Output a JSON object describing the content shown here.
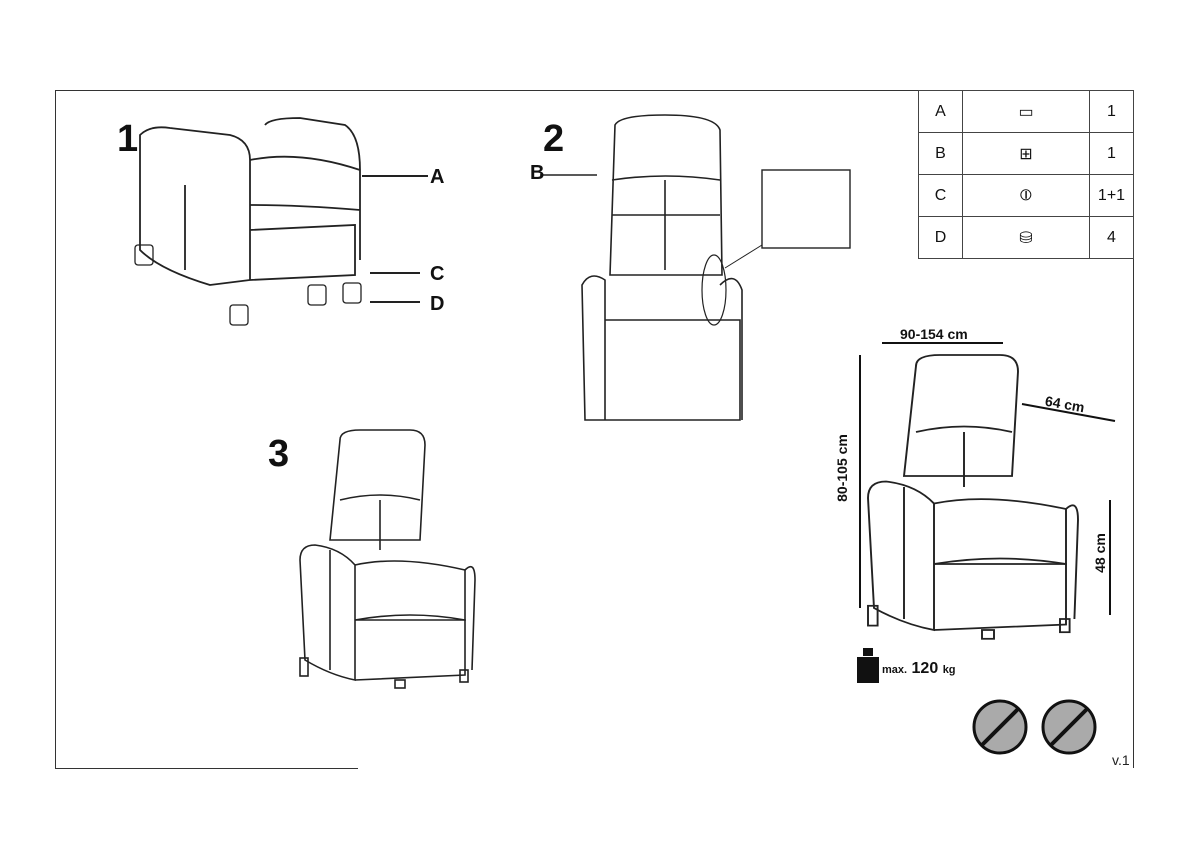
{
  "steps": [
    "1",
    "2",
    "3"
  ],
  "labels": {
    "A": "A",
    "B": "B",
    "C": "C",
    "D": "D"
  },
  "parts": [
    {
      "letter": "A",
      "icon": "armchair-body-icon",
      "qty": "1"
    },
    {
      "letter": "B",
      "icon": "backrest-icon",
      "qty": "1"
    },
    {
      "letter": "C",
      "icon": "bolt-icon",
      "qty": "1+1"
    },
    {
      "letter": "D",
      "icon": "foot-icon",
      "qty": "4"
    }
  ],
  "dimensions": {
    "width": "90-154 cm",
    "depth": "64 cm",
    "height": "80-105 cm",
    "seat_height": "48 cm"
  },
  "load": {
    "prefix": "max.",
    "value": "120",
    "unit": "kg"
  },
  "version": "v.1"
}
